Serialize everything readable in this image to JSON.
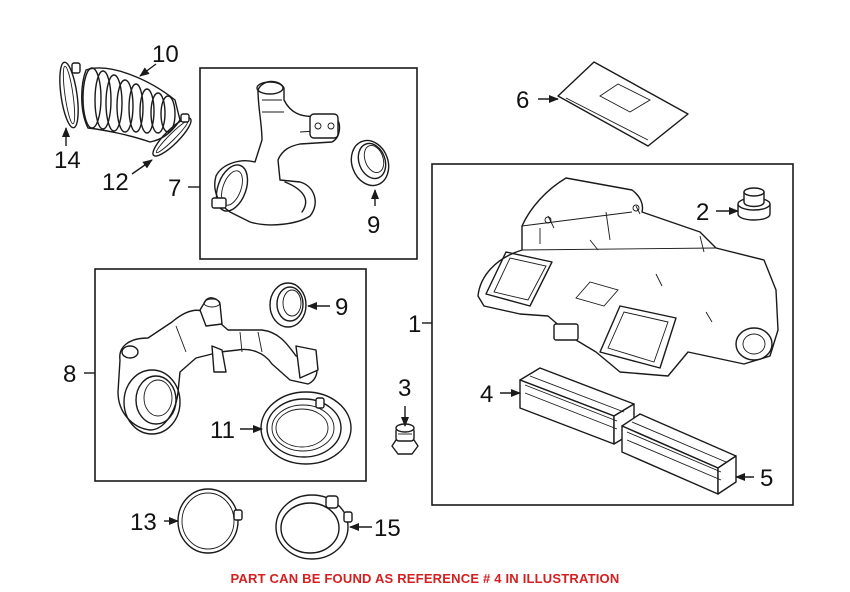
{
  "callouts": {
    "c1": "1",
    "c2": "2",
    "c3": "3",
    "c4": "4",
    "c5": "5",
    "c6": "6",
    "c7": "7",
    "c8": "8",
    "c9a": "9",
    "c9b": "9",
    "c10": "10",
    "c11": "11",
    "c12": "12",
    "c13": "13",
    "c14": "14",
    "c15": "15"
  },
  "footer": {
    "note": "PART CAN BE FOUND AS REFERENCE # 4 IN ILLUSTRATION",
    "color": "#d42020"
  },
  "colors": {
    "line": "#1a1a1a",
    "background": "#ffffff"
  }
}
